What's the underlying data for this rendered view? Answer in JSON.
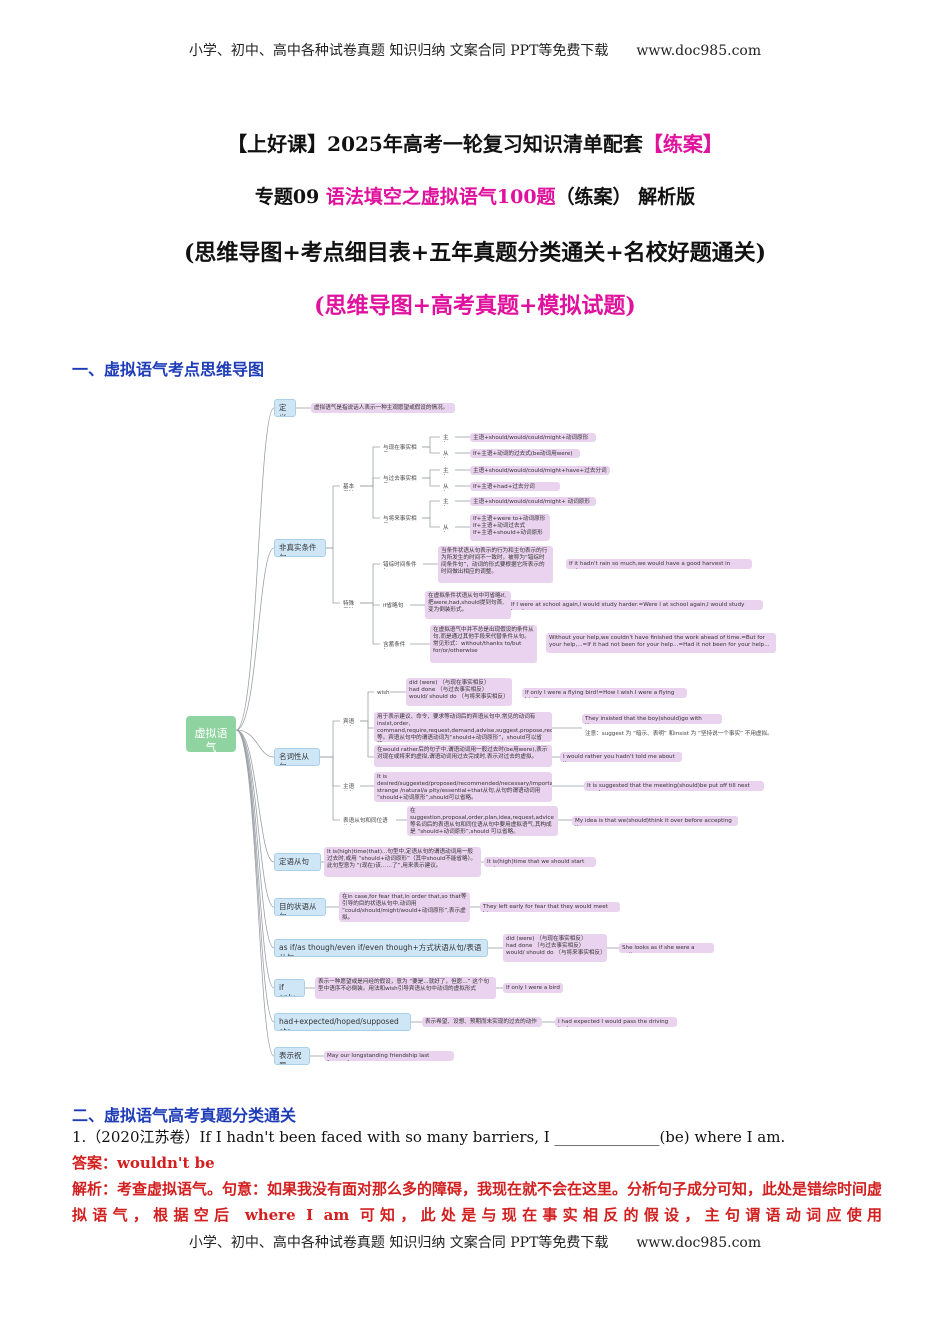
{
  "header_text": "小学、初中、高中各种试卷真题  知识归纳  文案合同  PPT等免费下载",
  "header_site": "www.doc985.com",
  "footer_text": "小学、初中、高中各种试卷真题  知识归纳  文案合同  PPT等免费下载",
  "footer_site": "www.doc985.com",
  "title": {
    "l1_a": "【上好课】2025年高考一轮复习知识清单配套",
    "l1_b": "【练案】",
    "l2_a": "专题09 ",
    "l2_b": "语法填空之虚拟语气100题",
    "l2_c": "（练案） 解析版",
    "l3": "(思维导图+考点细目表+五年真题分类通关+名校好题通关)",
    "l4": "(思维导图+高考真题+模拟试题)"
  },
  "section1": "一、虚拟语气考点思维导图",
  "section2": "二、虚拟语气高考真题分类通关",
  "mindmap": {
    "root": "虚拟语气",
    "l1": [
      "定义",
      "非真实条件句",
      "名词性从句",
      "定语从句",
      "目的状语从句",
      "as if/as though/even if/even though+方式状语从句/表语从句",
      "if only",
      "had+expected/hoped/supposed etc.",
      "表示祝愿"
    ],
    "definition": "虚拟语气是指说话人表示一种主观愿望或假设的情况。",
    "basic": "基本用法",
    "present": "与现在事实相反",
    "past": "与过去事实相反",
    "future": "与将来事实相反",
    "main": "主句",
    "sub": "从句",
    "p_main": "主语+should/would/could/might+动词原形",
    "p_sub": "If+主语+动词的过去式(be动词用were)",
    "pa_main": "主语+should/would/could/might+have+过去分词",
    "pa_sub": "If+主语+had+过去分词",
    "f_main": "主语+should/would/could/might+ 动词原形",
    "f_sub": "If+主语+were to+动词原形\nIf+主语+动词过去式\nIf+主语+should+动词原形",
    "special": "特殊用法",
    "mixed": "错综时间条件句",
    "mixed_desc": "当条件状语从句表示的行为和主句表示的行为所发生的时间不一致时，被称为“错综时间条件句”，动词的形式要根据它所表示的时间做出相应的调整。",
    "mixed_ex": "If it hadn't rain so much,we would have a good harvest in autumn.",
    "ifomit": "if省略句",
    "ifomit_desc": "在虚拟条件状语从句中可省略if,把were,had,should提到句首,变为倒装形式。",
    "ifomit_ex": "If I were at school again,I would study harder.=Were I at school again,I would study harder.",
    "implied": "含蓄条件句",
    "implied_desc": "在虚拟语气中并不总是出现假设的条件从句,而是通过其他手段来代替条件从句。常见形式：without/thanks to/but for/or/otherwise",
    "implied_ex": "Without your help,we couldn't have finished the work ahead of time.=But for your help,...=If it had not been for your help...=Had it not been  for your help...",
    "object": "宾语从句",
    "wish": "wish",
    "wish_forms": "did (were) （与现在事实相反）\nhad done （与过去事实相反）\nwould/ should do   （与将来事实相反）",
    "wish_ex": "If only I were a flying bird!=How I wish I were a flying bird!",
    "insist_desc": "用于表示建议、命令、要求等动词后的宾语从句中,常见的动词有 insist,order, command,require,request,demand,advise,suggest,propose,recommend等。宾语从句中的谓语动词为“should+动词原形”，should可以省略。",
    "insist_ex": "They insisted that the boy(should)go with them.",
    "insist_note": "注意：suggest 为 “暗示、表明” 和insist 为 “坚持说一个事实” 不用虚拟。",
    "rather_desc": "在would rather后的句子中,谓语动词用一般过去时(be用were),表示对现在或将来的虚拟,谓语动词用过去完成时,表示对过去的虚拟。",
    "rather_ex": "I would rather you hadn't told me about it.",
    "subject": "主语从句",
    "subject_desc": "It is desired/suggested/proposed/recommended/necessary/important/ strange /natural/a pity/essential+that从句,从句的谓语动词用 “should+动词原形”,should可以省略。",
    "subject_ex": "It is suggested that the meeting(should)be put off till next week.",
    "appos": "表语从句和同位语从句",
    "appos_desc": "在suggestion,proposal,order,plan,idea,request,advice等名词后的表语从句和同位语从句中要用虚拟语气,其构成是 “should+动词原形”,should 可以省略。",
    "appos_ex": "My idea is that we(should)think it over before accepting it.",
    "attr_desc": "It is(high)time(that)...句型中,定语从句的谓语动词用一般过去时,或用 “should+动词原形”（其中should不能省略）。此句型意为 “(现在)该……了”,用来表示建议。",
    "attr_ex": "It is(high)time that we should start out.",
    "purpose_desc": "在in case,for fear that,in order that,so that等引导的目的状语从句中,动词用 “could/should/might/would+动词原形”,表示虚拟。",
    "purpose_ex": "They left early for fear that they would meet him.",
    "asif_forms": "did (were) （与现在事实相反）\nhad done （与过去事实相反）\nwould/ should do   （与将来事实相反）",
    "asif_ex": "She looks as if she were a writer.",
    "ifonly_desc": "表示一种愿望或是问经的假设，意为 “要是...就好了，但愿...” 这个句型中语序不必倒装。用法和wish引导宾语从句中动词的虚拟形式",
    "ifonly_ex": "If only I were a bird",
    "had_desc": "表示希望、设想、预期而未实现的过去的动作",
    "had_ex": "I had expected I would pass the driving test",
    "wishes_ex": "May our longstanding friendship last forever!"
  },
  "q1": {
    "text": "1.（2020江苏卷）If I hadn't been faced with so many barriers, I ______________(be) where I am.",
    "answer": "答案：wouldn't be",
    "analysis": "解析：考查虚拟语气。句意：如果我没有面对那么多的障碍，我现在就不会在这里。分析句子成分可知，此处是错综时间虚拟语气，根据空后 where I am 可知，此处是与现在事实相反的假设，主句谓语动词应使用"
  }
}
